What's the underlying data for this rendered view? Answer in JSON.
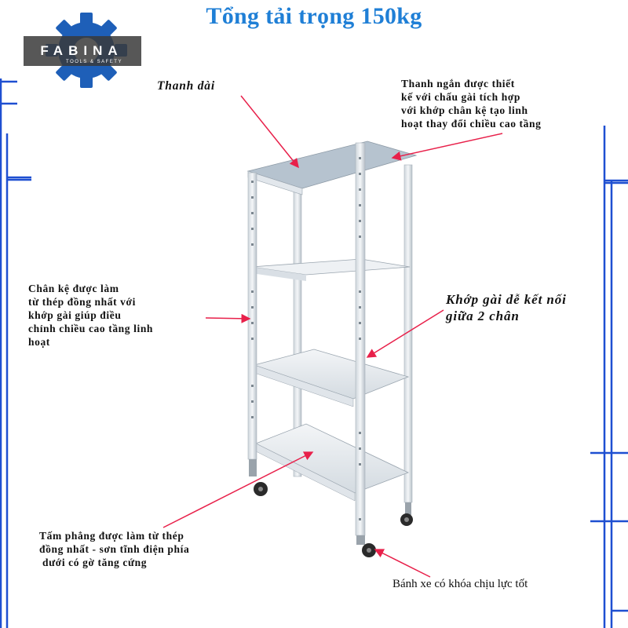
{
  "title": "Tổng tải trọng 150kg",
  "brand": {
    "name": "FABINA",
    "tagline": "TOOLS & SAFETY"
  },
  "colors": {
    "title": "#1f7fd6",
    "frame": "#1e4fd1",
    "arrow": "#e8204a",
    "logo_gear": "#1e5fb8"
  },
  "annotations": {
    "long_bar": [
      "Thanh dài"
    ],
    "short_bar": [
      "Thanh ngắn được thiết",
      "kế với chấu gài tích hợp",
      "với khớp chân kệ tạo linh",
      "hoạt thay đổi chiều cao tầng"
    ],
    "leg": [
      "Chân kệ được làm",
      "từ thép đồng nhất với",
      "khớp gài giúp điều",
      "chỉnh chiều cao tầng linh",
      "hoạt"
    ],
    "joint": [
      "Khớp gài dễ kết nối",
      "giữa 2 chân"
    ],
    "plate": [
      "Tấm phẳng được làm từ thép",
      "đồng nhất - sơn tĩnh điện phía",
      " dưới có gờ tăng cứng"
    ],
    "wheel": [
      "Bánh xe có khóa chịu lực tốt"
    ]
  }
}
